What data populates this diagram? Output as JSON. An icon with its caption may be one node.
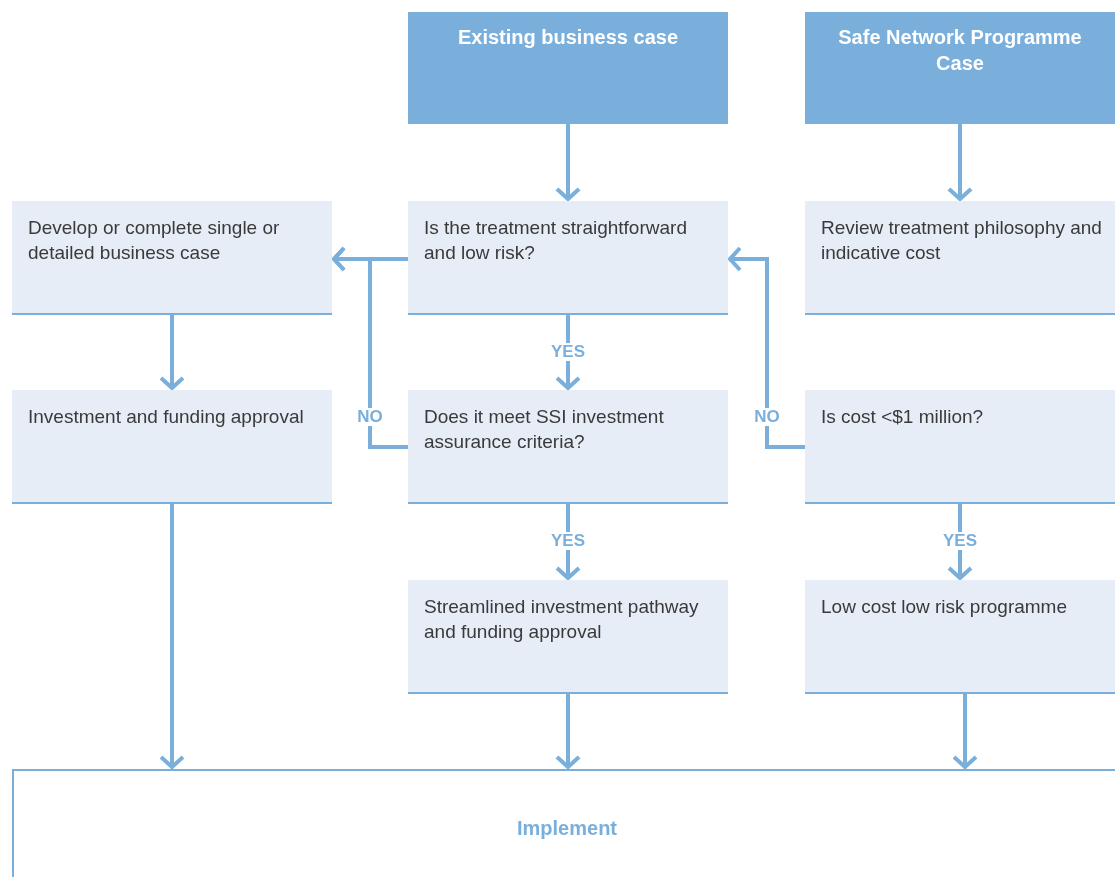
{
  "diagram": {
    "nodes": [
      {
        "text": [
          "Existing business case"
        ]
      },
      {
        "text": [
          "Safe Network Programme Case"
        ]
      },
      {
        "text": [
          "Develop or complete single or detailed business case"
        ]
      },
      {
        "text": [
          "Is the treatment straightforward and low risk?"
        ]
      },
      {
        "text": [
          "Review treatment philosophy and indicative cost"
        ]
      },
      {
        "text": [
          "Investment and funding approval"
        ]
      },
      {
        "text": [
          "Does it meet SSI investment assurance criteria?"
        ]
      },
      {
        "text": [
          "Is cost <$1 million?"
        ]
      },
      {
        "text": [
          "Streamlined investment pathway and funding approval"
        ]
      },
      {
        "text": [
          "Low cost low risk programme"
        ]
      },
      {
        "text": [
          "Implement"
        ]
      }
    ],
    "edges": [
      {
        "from": 0,
        "to": 3,
        "arrow": "to"
      },
      {
        "from": 1,
        "to": 4,
        "arrow": "to"
      },
      {
        "from": 3,
        "to": 6,
        "arrow": "to",
        "label": "YES"
      },
      {
        "from": 6,
        "to": 8,
        "arrow": "to",
        "label": "YES"
      },
      {
        "from": 7,
        "to": 9,
        "arrow": "to",
        "label": "YES"
      },
      {
        "from": 3,
        "to": 2,
        "arrow": "to"
      },
      {
        "from": 6,
        "to": 2,
        "arrow": "to",
        "label": "NO"
      },
      {
        "from": 7,
        "to": 3,
        "arrow": "to",
        "label": "NO"
      },
      {
        "from": 2,
        "to": 5,
        "arrow": "to"
      },
      {
        "from": 5,
        "to": 10,
        "arrow": "to"
      },
      {
        "from": 8,
        "to": 10,
        "arrow": "to"
      },
      {
        "from": 9,
        "to": 10,
        "arrow": "to"
      }
    ]
  }
}
